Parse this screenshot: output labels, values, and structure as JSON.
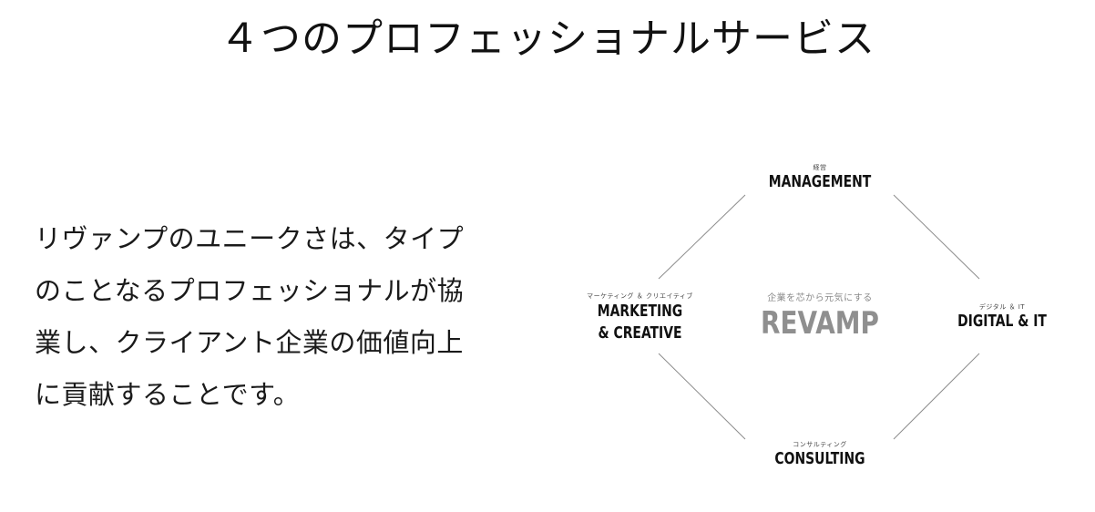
{
  "title": "４つのプロフェッショナルサービス",
  "description_lines": [
    "リヴァンプのユニークさは、タイプ",
    "のことなるプロフェッショナルが協",
    "業し、クライアント企業の価値向上",
    "に貢献することです。"
  ],
  "diagram": {
    "center": {
      "subtitle": "企業を芯から元気にする",
      "label": "REVAMP"
    },
    "nodes": {
      "management": {
        "subtitle": "経営",
        "label": "MANAGEMENT"
      },
      "digital": {
        "subtitle": "デジタル ＆ IT",
        "label": "DIGITAL & IT"
      },
      "consulting": {
        "subtitle": "コンサルティング",
        "label": "CONSULTING"
      },
      "marketing": {
        "subtitle": "マーケティング ＆ クリエイティブ",
        "label_line1": "MARKETING",
        "label_line2": "& CREATIVE"
      }
    },
    "colors": {
      "connector": "#8c8c8c",
      "center_text": "#8f8f8f",
      "node_text": "#111111"
    }
  }
}
